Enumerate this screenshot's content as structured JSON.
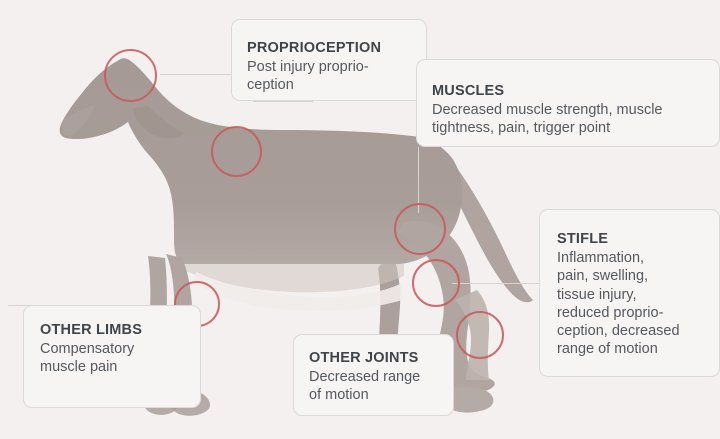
{
  "graphic": {
    "subject": "dog-anatomy-injury-diagram",
    "background_color": "#f4f0f0",
    "marker_color": "#c9595a",
    "body_color": "#a89d98",
    "box_fill": "#f7f4f4",
    "box_border": "#ded9d9",
    "title_color": "#3f4449",
    "body_text_color": "#54595e"
  },
  "callouts": [
    {
      "id": "proprioception",
      "title": "PROPRIOCEPTION",
      "body": "Post injury proprio-\nception"
    },
    {
      "id": "muscles",
      "title": "MUSCLES",
      "body": "Decreased muscle strength, muscle\ntightness, pain, trigger point"
    },
    {
      "id": "stifle",
      "title": "STIFLE",
      "body": "Inflammation,\npain, swelling,\ntissue injury,\nreduced proprio-\nception, decreased\nrange of motion"
    },
    {
      "id": "other_limbs",
      "title": "OTHER LIMBS",
      "body": "Compensatory\nmuscle pain"
    },
    {
      "id": "other_joints",
      "title": "OTHER JOINTS",
      "body": "Decreased range\nof motion"
    }
  ],
  "markers": [
    {
      "id": "marker-head",
      "label": "head-marker"
    },
    {
      "id": "marker-shoulder",
      "label": "shoulder-marker"
    },
    {
      "id": "marker-hip",
      "label": "hip-marker"
    },
    {
      "id": "marker-stifle",
      "label": "stifle-marker"
    },
    {
      "id": "marker-hock",
      "label": "hock-marker"
    },
    {
      "id": "marker-front-limb",
      "label": "front-limb-marker"
    }
  ]
}
